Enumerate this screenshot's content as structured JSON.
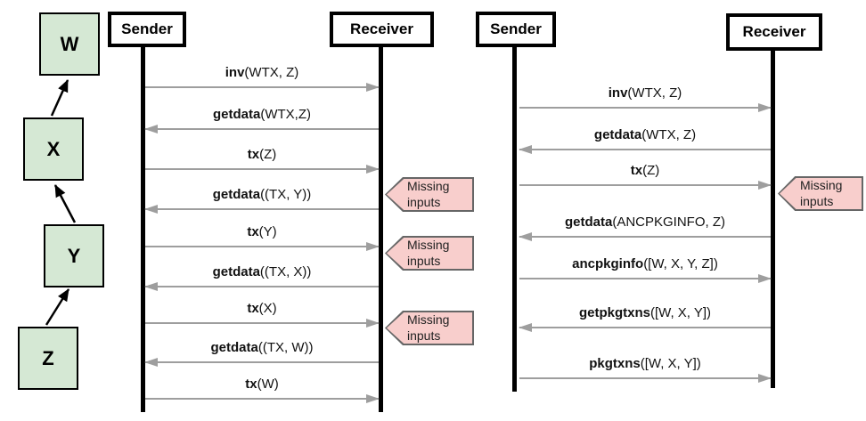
{
  "colors": {
    "node_fill": "#d5e8d4",
    "node_border": "#000000",
    "callout_fill": "#f8cecc",
    "callout_border": "#666666",
    "arrow_gray": "#9e9e9e",
    "lifeline": "#000000"
  },
  "dag": {
    "nodes": [
      {
        "label": "W"
      },
      {
        "label": "X"
      },
      {
        "label": "Y"
      },
      {
        "label": "Z"
      }
    ],
    "edges": [
      {
        "from": "X",
        "to": "W"
      },
      {
        "from": "Y",
        "to": "X"
      },
      {
        "from": "Z",
        "to": "Y"
      }
    ]
  },
  "diagrams": [
    {
      "sender_label": "Sender",
      "receiver_label": "Receiver",
      "callout_label": "Missing inputs",
      "messages": [
        {
          "name": "inv",
          "args": "(WTX, Z)",
          "direction": "right"
        },
        {
          "name": "getdata",
          "args": "(WTX,Z)",
          "direction": "left"
        },
        {
          "name": "tx",
          "args": "(Z)",
          "direction": "right",
          "callout": true
        },
        {
          "name": "getdata",
          "args": "((TX, Y))",
          "direction": "left"
        },
        {
          "name": "tx",
          "args": "(Y)",
          "direction": "right",
          "callout": true
        },
        {
          "name": "getdata",
          "args": "((TX, X))",
          "direction": "left"
        },
        {
          "name": "tx",
          "args": "(X)",
          "direction": "right",
          "callout": true
        },
        {
          "name": "getdata",
          "args": "((TX, W))",
          "direction": "left"
        },
        {
          "name": "tx",
          "args": "(W)",
          "direction": "right"
        }
      ]
    },
    {
      "sender_label": "Sender",
      "receiver_label": "Receiver",
      "callout_label": "Missing inputs",
      "messages": [
        {
          "name": "inv",
          "args": "(WTX, Z)",
          "direction": "right"
        },
        {
          "name": "getdata",
          "args": "(WTX, Z)",
          "direction": "left"
        },
        {
          "name": "tx",
          "args": "(Z)",
          "direction": "right",
          "callout": true
        },
        {
          "name": "getdata",
          "args": "(ANCPKGINFO, Z)",
          "direction": "left"
        },
        {
          "name": "ancpkginfo",
          "args": "([W, X, Y, Z])",
          "direction": "right"
        },
        {
          "name": "getpkgtxns",
          "args": "([W, X, Y])",
          "direction": "left"
        },
        {
          "name": "pkgtxns",
          "args": "([W, X, Y])",
          "direction": "right"
        }
      ]
    }
  ]
}
